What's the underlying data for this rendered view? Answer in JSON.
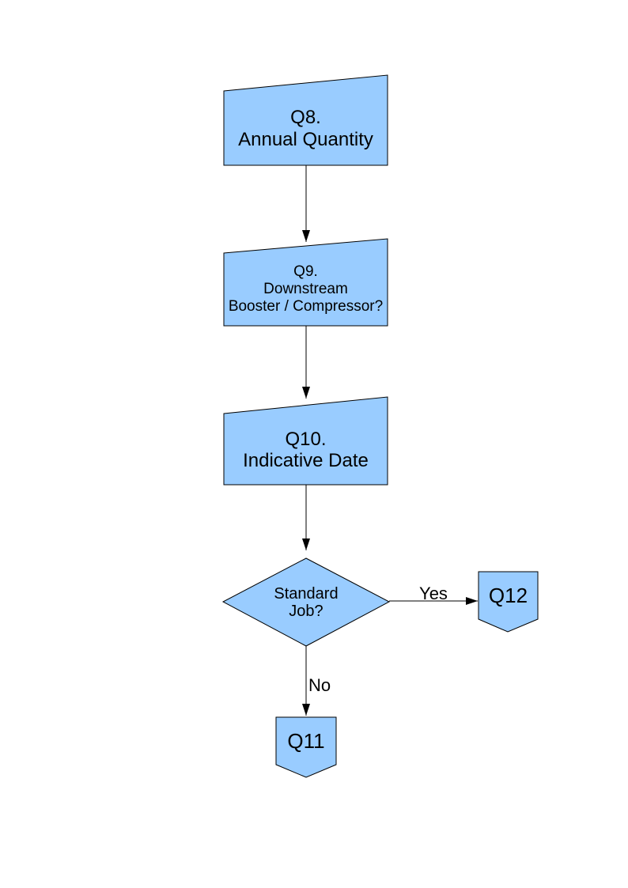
{
  "diagram": {
    "nodes": {
      "q8": {
        "shape": "manual-input",
        "label": "Q8.\nAnnual Quantity"
      },
      "q9": {
        "shape": "manual-input",
        "label": "Q9.\nDownstream\nBooster / Compressor?"
      },
      "q10": {
        "shape": "manual-input",
        "label": "Q10.\nIndicative Date"
      },
      "decision": {
        "shape": "decision-diamond",
        "label": "Standard\nJob?"
      },
      "q12": {
        "shape": "off-page-connector",
        "label": "Q12"
      },
      "q11": {
        "shape": "off-page-connector",
        "label": "Q11"
      }
    },
    "edges": [
      {
        "from": "q8",
        "to": "q9",
        "label": ""
      },
      {
        "from": "q9",
        "to": "q10",
        "label": ""
      },
      {
        "from": "q10",
        "to": "decision",
        "label": ""
      },
      {
        "from": "decision",
        "to": "q12",
        "label": "Yes"
      },
      {
        "from": "decision",
        "to": "q11",
        "label": "No"
      }
    ],
    "colors": {
      "node_fill": "#99CCFF",
      "node_border": "#000000",
      "connector": "#000000",
      "label_text": "#000000",
      "page_background": "#FFFFFF"
    }
  }
}
